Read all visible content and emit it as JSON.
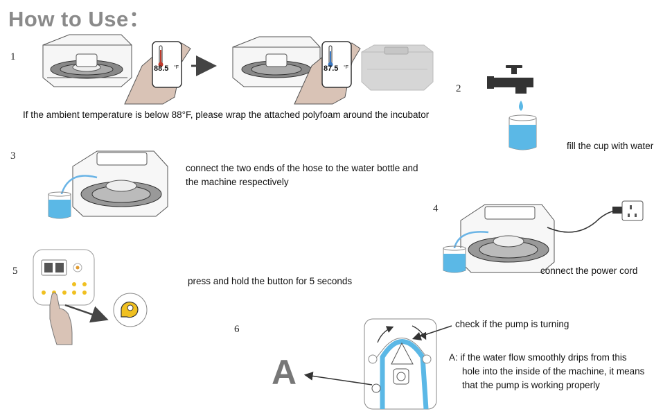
{
  "title": "How to Use：",
  "steps": {
    "s1": {
      "num": "1",
      "reading_before": "88.5",
      "reading_after": "87.5",
      "unit": "°F",
      "text": "If the ambient temperature is below 88°F, please wrap the attached polyfoam around the incubator"
    },
    "s2": {
      "num": "2",
      "text": "fill the cup with water"
    },
    "s3": {
      "num": "3",
      "text_line1": "connect the two ends of the hose to the water bottle and",
      "text_line2": "the machine respectively"
    },
    "s4": {
      "num": "4",
      "text": "connect the power cord"
    },
    "s5": {
      "num": "5",
      "text": "press and hold the button for 5 seconds"
    },
    "s6": {
      "num": "6",
      "check_text": "check if the pump is turning",
      "note_line1": "A:  if the water flow smoothly drips from this",
      "note_line2": "hole into the inside of the machine, it means",
      "note_line3": "that the pump is working properly",
      "label_a": "A"
    }
  },
  "colors": {
    "title": "#8a8a8a",
    "water": "#5bb8e6",
    "hose": "#6ab4e6",
    "hand": "#d9c3b6",
    "arrow": "#444444",
    "thermo_hot": "#c0392b",
    "thermo_cool": "#3a78c2",
    "pump_icon": "#f0c020"
  }
}
